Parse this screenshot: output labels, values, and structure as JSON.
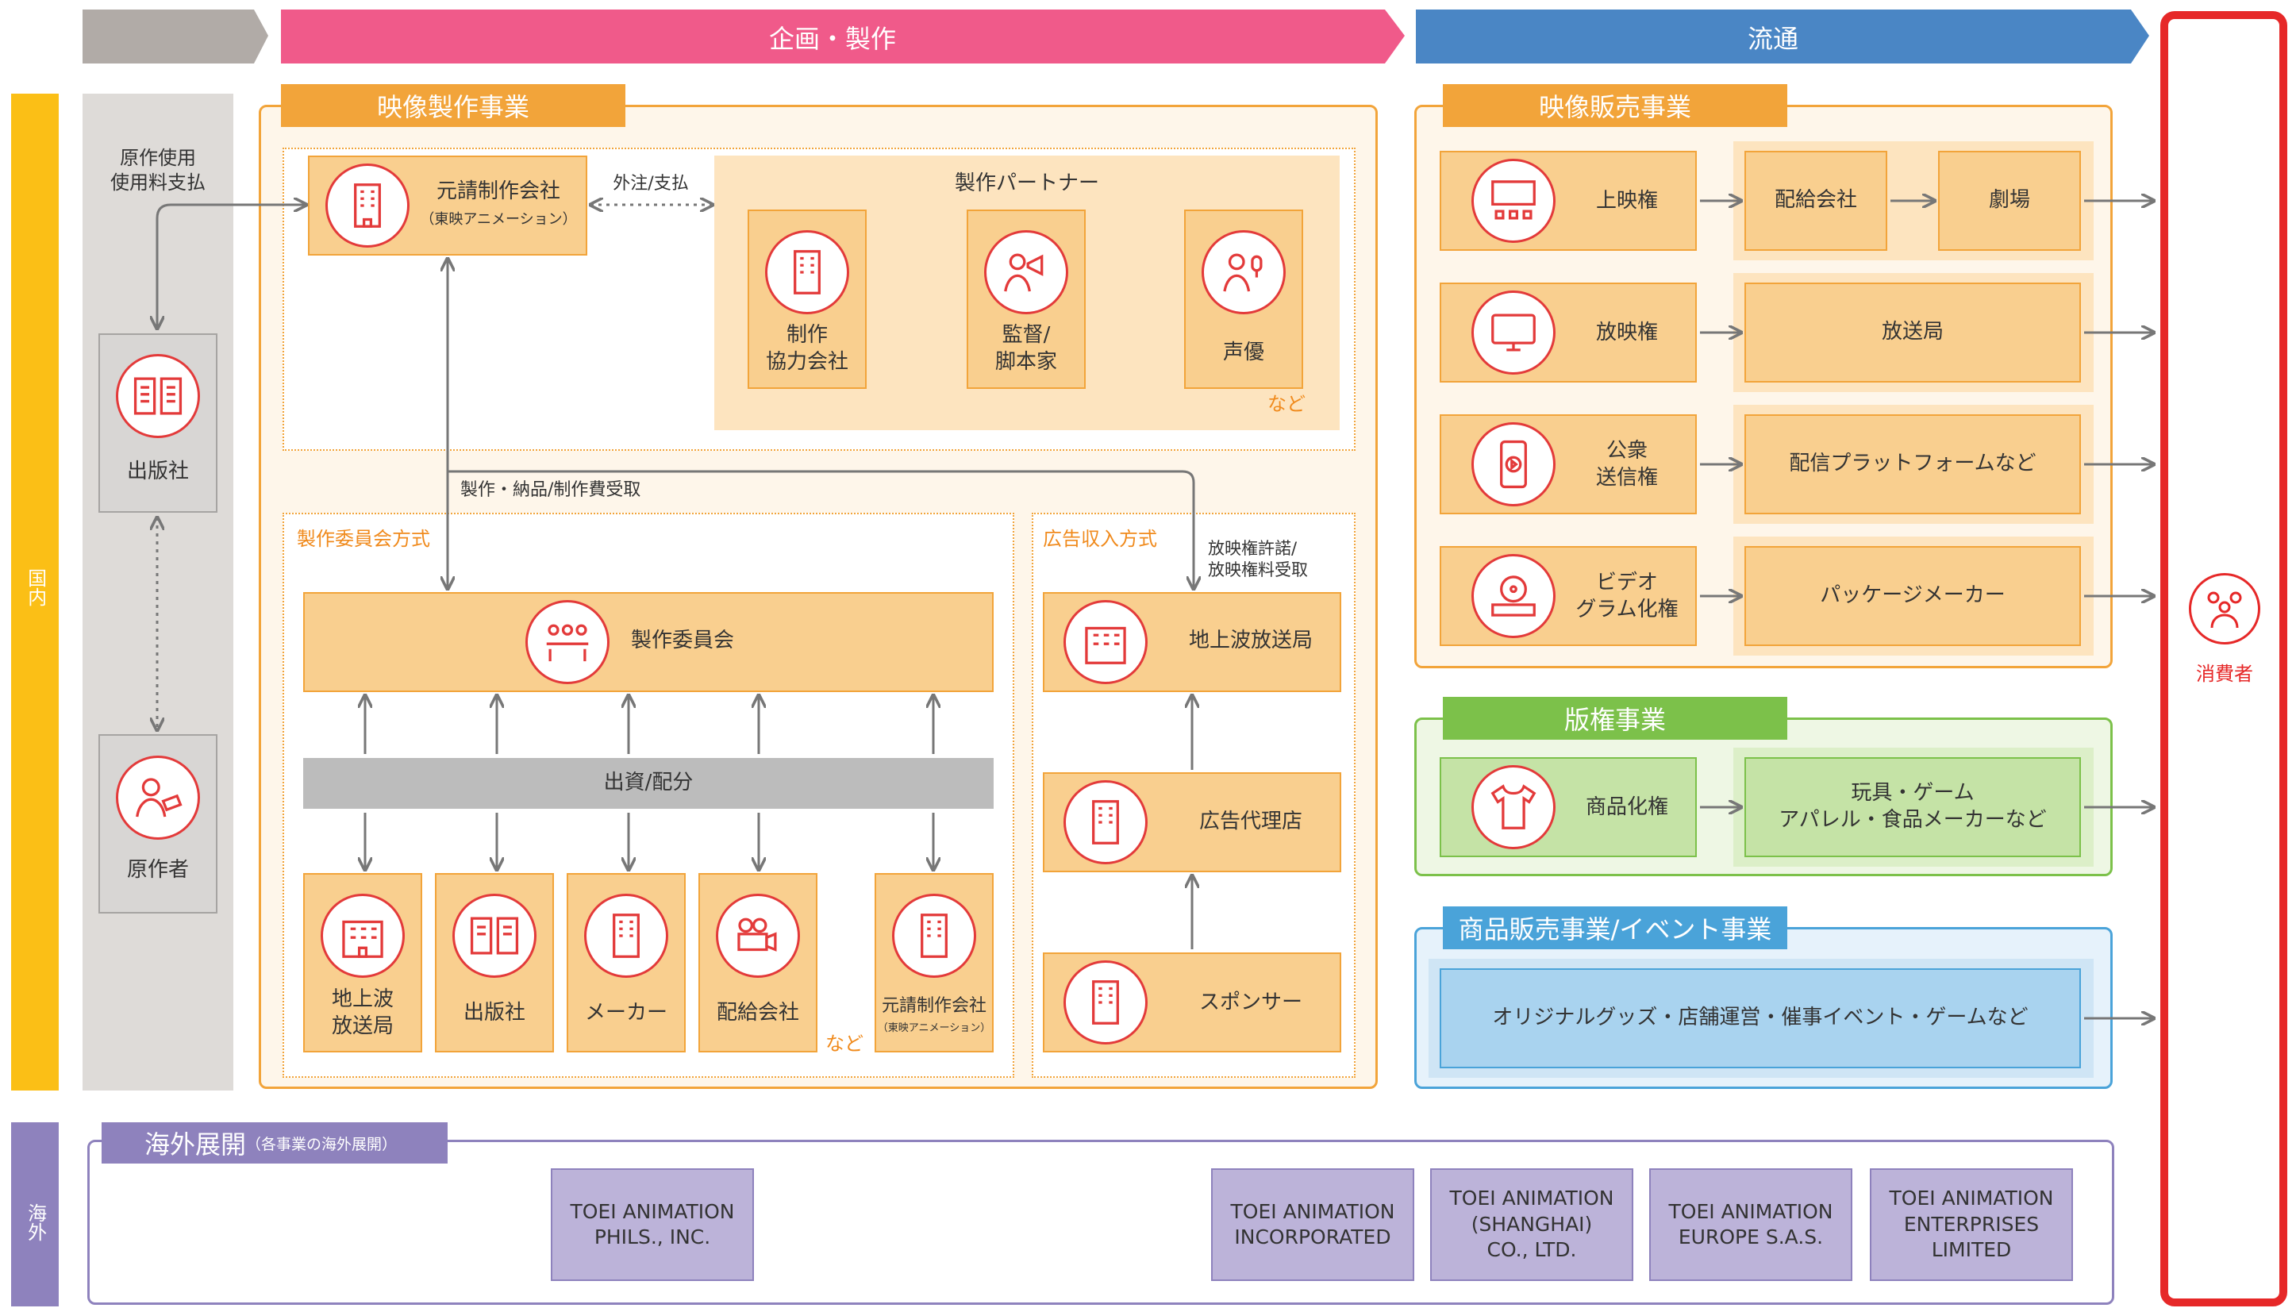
{
  "bands": {
    "planning": "企画・製作",
    "distribution": "流通"
  },
  "side": {
    "domestic": "国内",
    "overseas": "海外"
  },
  "left": {
    "royalty": "原作使用\n使用料支払",
    "publisher": "出版社",
    "author": "原作者"
  },
  "production": {
    "header": "映像製作事業",
    "prime": "元請制作会社",
    "prime_sub": "（東映アニメーション）",
    "order_pay": "外注/支払",
    "partners_title": "製作パートナー",
    "partner1": "制作\n協力会社",
    "partner2": "監督/\n脚本家",
    "partner3": "声優",
    "etc": "など",
    "delivery": "製作・納品/制作費受取",
    "committee_method": "製作委員会方式",
    "committee": "製作委員会",
    "invest": "出資/配分",
    "m1": "地上波\n放送局",
    "m2": "出版社",
    "m3": "メーカー",
    "m4": "配給会社",
    "m5": "元請制作会社",
    "m5_sub": "（東映アニメーション）",
    "etc2": "など",
    "ad_method": "広告収入方式",
    "broadcast_permit": "放映権許諾/\n放映権料受取",
    "ad_tv": "地上波放送局",
    "ad_agency": "広告代理店",
    "sponsor": "スポンサー"
  },
  "video_sales": {
    "header": "映像販売事業",
    "r1": "上映権",
    "r1a": "配給会社",
    "r1b": "劇場",
    "r2": "放映権",
    "r2a": "放送局",
    "r3": "公衆\n送信権",
    "r3a": "配信プラットフォームなど",
    "r4": "ビデオ\nグラム化権",
    "r4a": "パッケージメーカー"
  },
  "licensing": {
    "header": "版権事業",
    "r1": "商品化権",
    "r1a": "玩具・ゲーム\nアパレル・食品メーカーなど"
  },
  "merch": {
    "header": "商品販売事業/イベント事業",
    "r1": "オリジナルグッズ・店舗運営・催事イベント・ゲームなど"
  },
  "consumer": "消費者",
  "overseas": {
    "header": "海外展開",
    "header_sub": "（各事業の海外展開）",
    "c1": "TOEI ANIMATION\nPHILS., INC.",
    "c2": "TOEI ANIMATION\nINCORPORATED",
    "c3": "TOEI ANIMATION\n(SHANGHAI)\nCO., LTD.",
    "c4": "TOEI ANIMATION\nEUROPE S.A.S.",
    "c5": "TOEI ANIMATION\nENTERPRISES\nLIMITED"
  },
  "colors": {
    "pink": "#f05a8a",
    "blue": "#4a86c5",
    "orange": "#f2a43a",
    "yellow": "#fbbf16",
    "red": "#e62828",
    "purple": "#8e82bd",
    "green": "#7cc14a"
  }
}
